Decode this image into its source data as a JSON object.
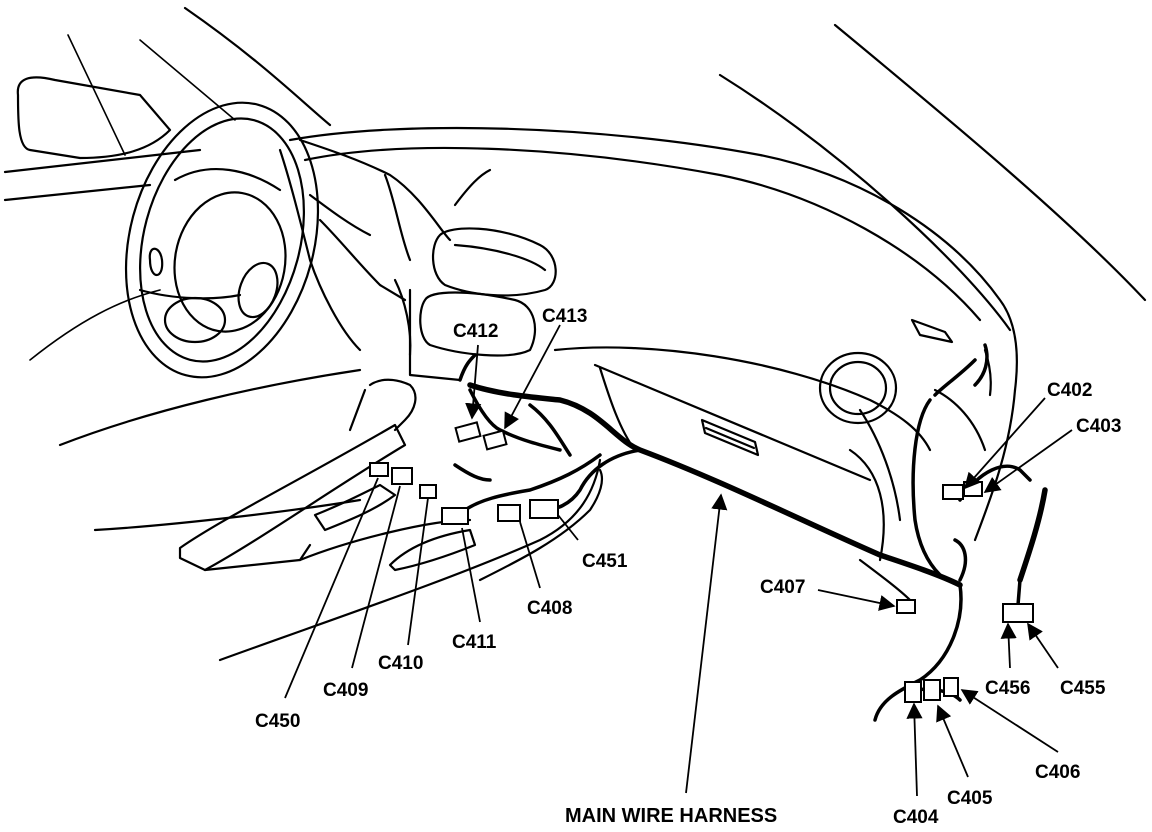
{
  "harness_label": "MAIN WIRE HARNESS",
  "connectors": {
    "c402": "C402",
    "c403": "C403",
    "c404": "C404",
    "c405": "C405",
    "c406": "C406",
    "c407": "C407",
    "c408": "C408",
    "c409": "C409",
    "c410": "C410",
    "c411": "C411",
    "c412": "C412",
    "c413": "C413",
    "c450": "C450",
    "c451": "C451",
    "c455": "C455",
    "c456": "C456"
  }
}
